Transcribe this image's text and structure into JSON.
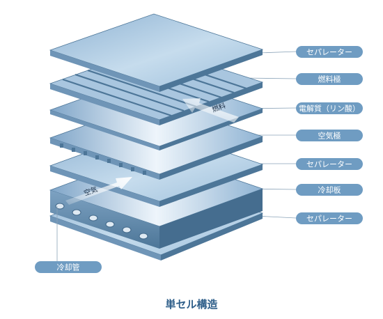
{
  "title": "単セル構造",
  "labels": {
    "separator_top": "セパレーター",
    "fuel_electrode": "燃料極",
    "electrolyte": "電解質（リン酸）",
    "air_electrode": "空気極",
    "separator_mid": "セパレーター",
    "cooling_plate": "冷却板",
    "separator_bottom": "セパレーター",
    "cooling_pipe": "冷却管"
  },
  "arrows": {
    "fuel": "燃料",
    "air": "空気"
  },
  "colors": {
    "plate_top": "#b9d3e8",
    "plate_side": "#5f86a8",
    "label_fill": "#6f9cc2",
    "leader_line": "#8aa3b8",
    "title": "#2f5f8a"
  }
}
